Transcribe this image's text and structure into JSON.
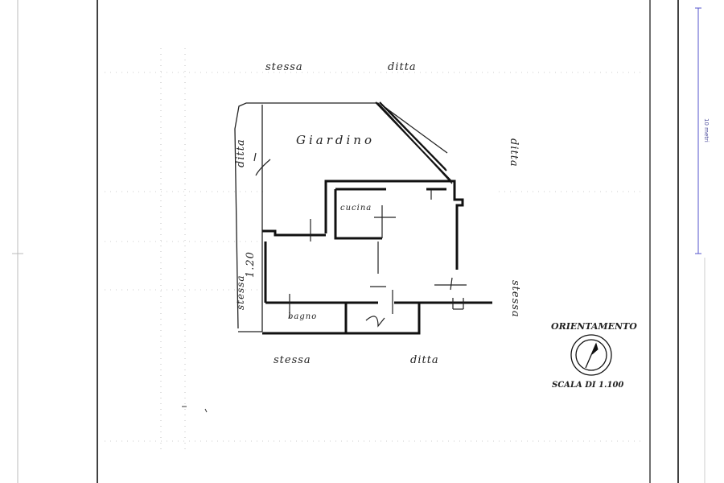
{
  "labels": {
    "top_left": "stessa",
    "top_right": "ditta",
    "right_top": "ditta",
    "right_bottom": "stessa",
    "bottom_left": "stessa",
    "bottom_right": "ditta",
    "left_top": "ditta",
    "left_bottom": "stessa",
    "left_height": "1.20"
  },
  "rooms": {
    "garden": "Giardino",
    "kitchen": "cucina",
    "bathroom": "bagno"
  },
  "orientation": {
    "title": "ORIENTAMENTO",
    "scale": "SCALA DI 1.100"
  },
  "ruler": {
    "label": "10 metri",
    "color": "#5555cc"
  },
  "colors": {
    "ink": "#222222",
    "border": "#111111"
  }
}
